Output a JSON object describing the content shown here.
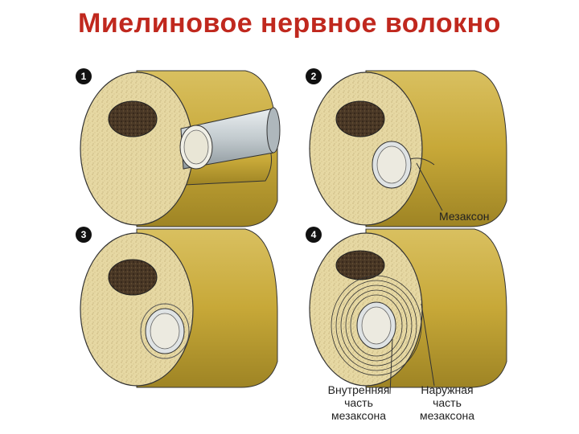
{
  "title": "Миелиновое нервное волокно",
  "panels": [
    {
      "number": "1"
    },
    {
      "number": "2"
    },
    {
      "number": "3"
    },
    {
      "number": "4"
    }
  ],
  "labels": {
    "mesaxon": "Мезаксон",
    "inner": [
      "Внутренняя",
      "часть",
      "мезаксона"
    ],
    "outer": [
      "Наружная",
      "часть",
      "мезаксона"
    ]
  },
  "colors": {
    "title": "#c0281e",
    "cell_face": "#e3d39c",
    "cell_side": "#c9ad45",
    "nucleus": "#3a2b1e",
    "axon": "#c3cbd0"
  }
}
